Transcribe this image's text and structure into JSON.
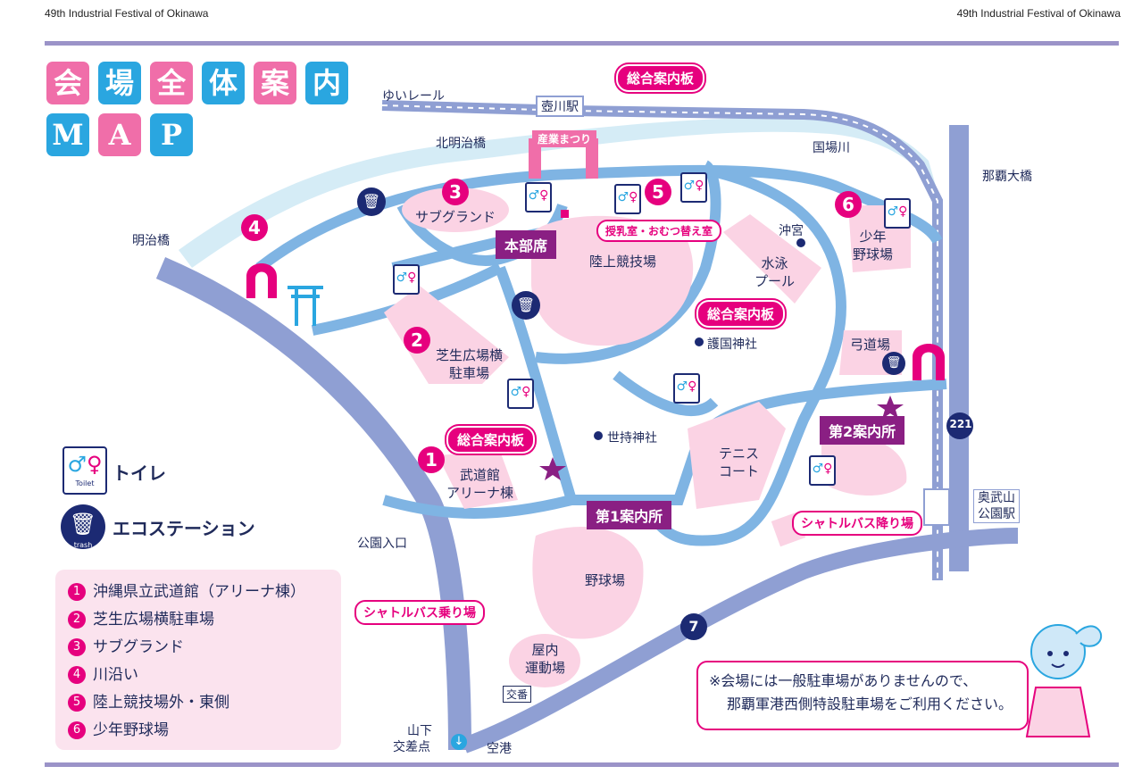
{
  "header": {
    "left_text": "49th Industrial Festival of Okinawa",
    "right_text": "49th Industrial Festival of Okinawa"
  },
  "title": {
    "chars": [
      "会",
      "場",
      "全",
      "体",
      "案",
      "内"
    ],
    "map_chars": [
      "M",
      "A",
      "P"
    ],
    "colors": [
      "#f06ea9",
      "#2aa6e0",
      "#f06ea9",
      "#2aa6e0",
      "#f06ea9",
      "#2aa6e0"
    ]
  },
  "map_labels": {
    "yui_rail": "ゆいレール",
    "tsubogawa_station": "壺川駅",
    "kitameiji_bridge": "北明治橋",
    "kokuba_river": "国場川",
    "naha_ohashi": "那覇大橋",
    "meiji_bridge": "明治橋",
    "gate_sign": "産業まつり",
    "okinomiya": "沖宮",
    "gokoku_jinja": "護国神社",
    "seyo_jinja": "世持神社",
    "koen_iriguchi": "公園入口",
    "koban": "交番",
    "yamashita": "山下",
    "kousaten": "交差点",
    "airport": "空港",
    "onoyama_station_1": "奥武山",
    "onoyama_station_2": "公園駅",
    "route_221": "221",
    "route_7": "7"
  },
  "venues": {
    "sub_ground": "サブグランド",
    "rikujo": "陸上競技場",
    "suiei_1": "水泳",
    "suiei_2": "プール",
    "shonen_1": "少年",
    "shonen_2": "野球場",
    "kyudo": "弓道場",
    "shiba_1": "芝生広場横",
    "shiba_2": "駐車場",
    "budokan_1": "武道館",
    "budokan_2": "アリーナ棟",
    "tennis_1": "テニス",
    "tennis_2": "コート",
    "yakyu": "野球場",
    "okunai_1": "屋内",
    "okunai_2": "運動場"
  },
  "callouts": {
    "info_board_top": "総合案内板",
    "info_board_mid": "総合案内板",
    "info_board_left": "総合案内板",
    "honbu": "本部席",
    "nursing": "授乳室・おむつ替え室",
    "info1": "第1案内所",
    "info2": "第2案内所",
    "shuttle_ride": "シャトルバス乗り場",
    "shuttle_drop": "シャトルバス降り場"
  },
  "area_numbers": [
    "1",
    "2",
    "3",
    "4",
    "5",
    "6"
  ],
  "icons": {
    "toilet_caption": "Toilet",
    "trash_caption": "trash"
  },
  "legend": {
    "toilet": "トイレ",
    "eco": "エコステーション",
    "items": [
      {
        "num": "1",
        "label": "沖縄県立武道館（アリーナ棟）"
      },
      {
        "num": "2",
        "label": "芝生広場横駐車場"
      },
      {
        "num": "3",
        "label": "サブグランド"
      },
      {
        "num": "4",
        "label": "川沿い"
      },
      {
        "num": "5",
        "label": "陸上競技場外・東側"
      },
      {
        "num": "6",
        "label": "少年野球場"
      }
    ]
  },
  "note": {
    "line1": "※会場には一般駐車場がありませんので、",
    "line2": "那覇軍港西側特設駐車場をご利用ください。"
  },
  "colors": {
    "river": "#d5ecf6",
    "road_main": "#8f9fd3",
    "road_light": "#7fb4e3",
    "venue_pink": "#fbd3e4",
    "accent_pink": "#e6007e",
    "purple": "#8a1f83",
    "navy": "#1c2a73"
  }
}
